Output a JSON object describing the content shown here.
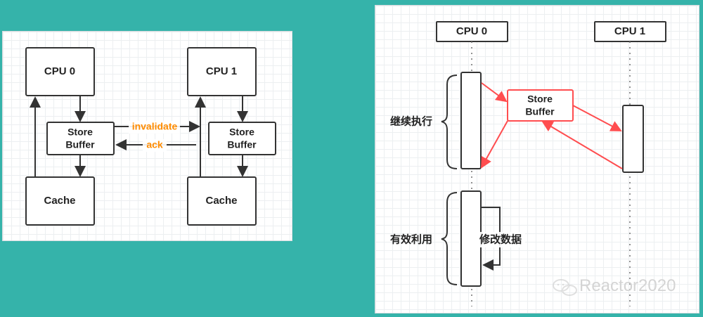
{
  "left_diagram": {
    "cpu0": "CPU 0",
    "cpu1": "CPU 1",
    "store_buffer_line1": "Store",
    "store_buffer_line2": "Buffer",
    "cache": "Cache",
    "invalidate": "invalidate",
    "ack": "ack"
  },
  "right_diagram": {
    "cpu0": "CPU 0",
    "cpu1": "CPU 1",
    "store_buffer_line1": "Store",
    "store_buffer_line2": "Buffer",
    "continue_exec": "继续执行",
    "effective_use": "有效利用",
    "modify_data": "修改数据",
    "watermark": "Reactor2020"
  },
  "colors": {
    "teal_background": "#35b3aa",
    "orange_text": "#ff8c00",
    "red_arrow": "#ff4d4f",
    "dark_line": "#333333"
  }
}
